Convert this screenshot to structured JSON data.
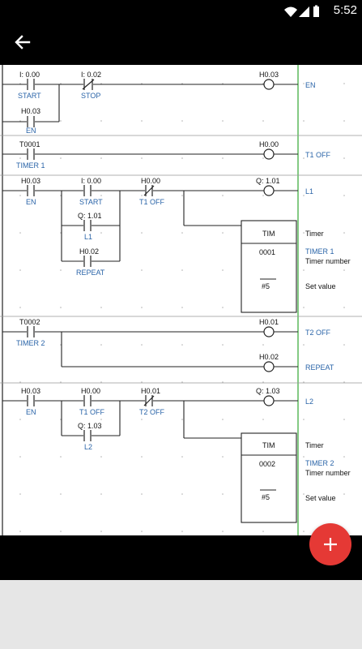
{
  "status_bar": {
    "time": "5:52",
    "icons": [
      "wifi-icon",
      "signal-icon",
      "battery-icon"
    ]
  },
  "app_bar": {
    "back_icon": "arrow-left-icon"
  },
  "fab": {
    "icon": "plus-icon",
    "color": "#e53935"
  },
  "colors": {
    "rail": "#5cb85c",
    "label_blue": "#2a64a8",
    "wire": "#222222"
  },
  "rungs": {
    "r1": {
      "c1_addr": "I: 0.00",
      "c1_name": "START",
      "c2_addr": "I: 0.02",
      "c2_name": "STOP",
      "c3_addr": "H0.03",
      "c3_name": "EN",
      "coil_addr": "H0.03",
      "coil_name": "EN"
    },
    "r2": {
      "c1_addr": "T0001",
      "c1_name": "TIMER 1",
      "coil_addr": "H0.00",
      "coil_name": "T1 OFF"
    },
    "r3": {
      "c1_addr": "H0.03",
      "c1_name": "EN",
      "c2_addr": "I: 0.00",
      "c2_name": "START",
      "c3_addr": "H0.00",
      "c3_name": "T1 OFF",
      "c4_addr": "Q: 1.01",
      "c4_name": "L1",
      "c5_addr": "H0.02",
      "c5_name": "REPEAT",
      "coil_addr": "Q: 1.01",
      "coil_name": "L1",
      "tim_title": "TIM",
      "tim_number": "0001",
      "tim_set": "#5",
      "label_timer": "Timer",
      "label_timer_name": "TIMER 1",
      "label_timer_number": "Timer number",
      "label_set_value": "Set value"
    },
    "r4": {
      "c1_addr": "T0002",
      "c1_name": "TIMER 2",
      "coil1_addr": "H0.01",
      "coil1_name": "T2 OFF",
      "coil2_addr": "H0.02",
      "coil2_name": "REPEAT"
    },
    "r5": {
      "c1_addr": "H0.03",
      "c1_name": "EN",
      "c2_addr": "H0.00",
      "c2_name": "T1 OFF",
      "c3_addr": "H0.01",
      "c3_name": "T2 OFF",
      "c4_addr": "Q: 1.03",
      "c4_name": "L2",
      "coil_addr": "Q: 1.03",
      "coil_name": "L2",
      "tim_title": "TIM",
      "tim_number": "0002",
      "tim_set": "#5",
      "label_timer": "Timer",
      "label_timer_name": "TIMER 2",
      "label_timer_number": "Timer number",
      "label_set_value": "Set value"
    }
  }
}
